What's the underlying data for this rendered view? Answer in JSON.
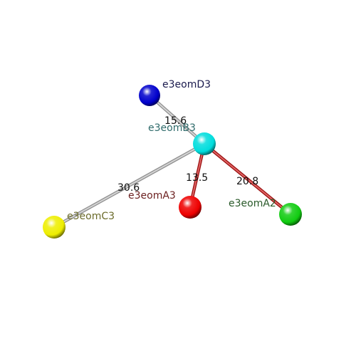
{
  "nodes": [
    {
      "id": "e3eomD3",
      "label": "e3eomD3",
      "color": "#0000cc",
      "label_color": "#1a1a4d"
    },
    {
      "id": "e3eomB3",
      "label": "e3eomB3",
      "color": "#00dddd",
      "label_color": "#2f6b6b"
    },
    {
      "id": "e3eomA3",
      "label": "e3eomA3",
      "color": "#ee0000",
      "label_color": "#6b1f1f"
    },
    {
      "id": "e3eomA2",
      "label": "e3eomA2",
      "color": "#11cc11",
      "label_color": "#2a5a2a"
    },
    {
      "id": "e3eomC3",
      "label": "e3eomC3",
      "color": "#eeee00",
      "label_color": "#6b6b2a"
    }
  ],
  "edges": [
    {
      "from": "e3eomB3",
      "to": "e3eomD3",
      "distance": "15.6",
      "color": "#bdbdbd"
    },
    {
      "from": "e3eomB3",
      "to": "e3eomC3",
      "distance": "30.6",
      "color": "#bdbdbd"
    },
    {
      "from": "e3eomB3",
      "to": "e3eomA3",
      "distance": "13.5",
      "color": "#cc1111"
    },
    {
      "from": "e3eomB3",
      "to": "e3eomA2",
      "distance": "20.8",
      "color": "#cc1111"
    }
  ]
}
